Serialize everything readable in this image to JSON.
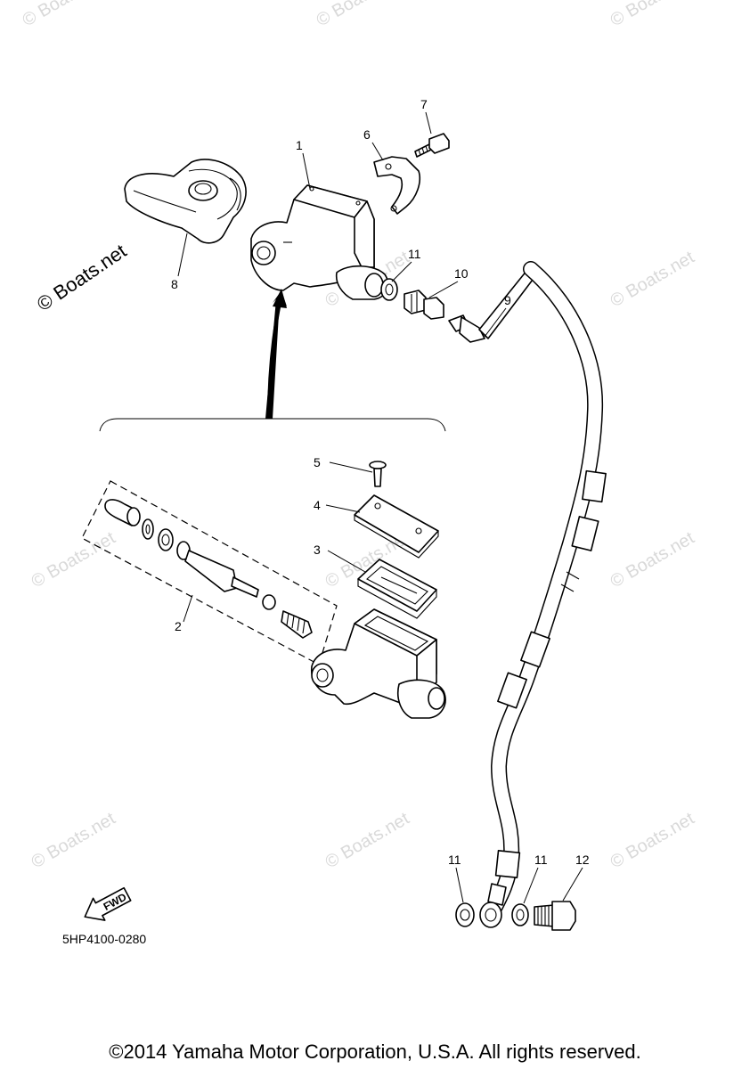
{
  "callouts": {
    "c1": "1",
    "c2": "2",
    "c3": "3",
    "c4": "4",
    "c5": "5",
    "c6": "6",
    "c7": "7",
    "c8": "8",
    "c9": "9",
    "c10": "10",
    "c11a": "11",
    "c11b": "11",
    "c11c": "11",
    "c12": "12"
  },
  "watermark": {
    "text": "© Boats.net",
    "side_text": "© Boats.net"
  },
  "fwd_label": "FWD",
  "doc_code": "5HP4100-0280",
  "copyright": "©2014 Yamaha Motor Corporation, U.S.A. All rights reserved."
}
